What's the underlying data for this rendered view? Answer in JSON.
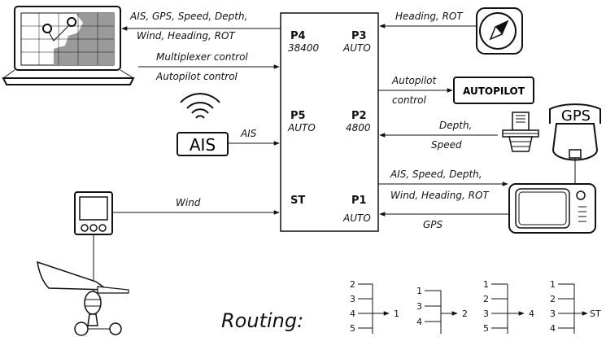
{
  "multiplexer": {
    "ports": {
      "p4": {
        "name": "P4",
        "value": "38400"
      },
      "p3": {
        "name": "P3",
        "value": "AUTO"
      },
      "p5": {
        "name": "P5",
        "value": "AUTO"
      },
      "p2": {
        "name": "P2",
        "value": "4800"
      },
      "st": {
        "name": "ST"
      },
      "p1": {
        "name": "P1",
        "value": "AUTO"
      }
    }
  },
  "connections": {
    "laptop_in_line1": "AIS, GPS, Speed, Depth,",
    "laptop_in_line2": "Wind, Heading, ROT",
    "laptop_out_line1": "Multiplexer control",
    "laptop_out_line2": "Autopilot control",
    "compass": "Heading, ROT",
    "autopilot_line1": "Autopilot",
    "autopilot_line2": "control",
    "ais": "AIS",
    "depth_line1": "Depth,",
    "depth_line2": "Speed",
    "plotter_line1": "AIS, Speed, Depth,",
    "plotter_line2": "Wind, Heading, ROT",
    "gps": "GPS",
    "wind": "Wind"
  },
  "devices": {
    "autopilot_label": "AUTOPILOT",
    "ais_label": "AIS",
    "gps_label": "GPS"
  },
  "routing": {
    "title": "Routing:",
    "groups": [
      {
        "inputs": [
          "2",
          "3",
          "4",
          "5"
        ],
        "output": "1"
      },
      {
        "inputs": [
          "1",
          "3",
          "4"
        ],
        "output": "2"
      },
      {
        "inputs": [
          "1",
          "2",
          "3",
          "5"
        ],
        "output": "4"
      },
      {
        "inputs": [
          "1",
          "2",
          "3",
          "4"
        ],
        "output": "ST"
      }
    ]
  },
  "icons": [
    "laptop-icon",
    "compass-icon",
    "wifi-signal-icon",
    "transducer-icon",
    "gps-antenna-icon",
    "chartplotter-icon",
    "wind-display-icon",
    "wind-vane-icon"
  ]
}
